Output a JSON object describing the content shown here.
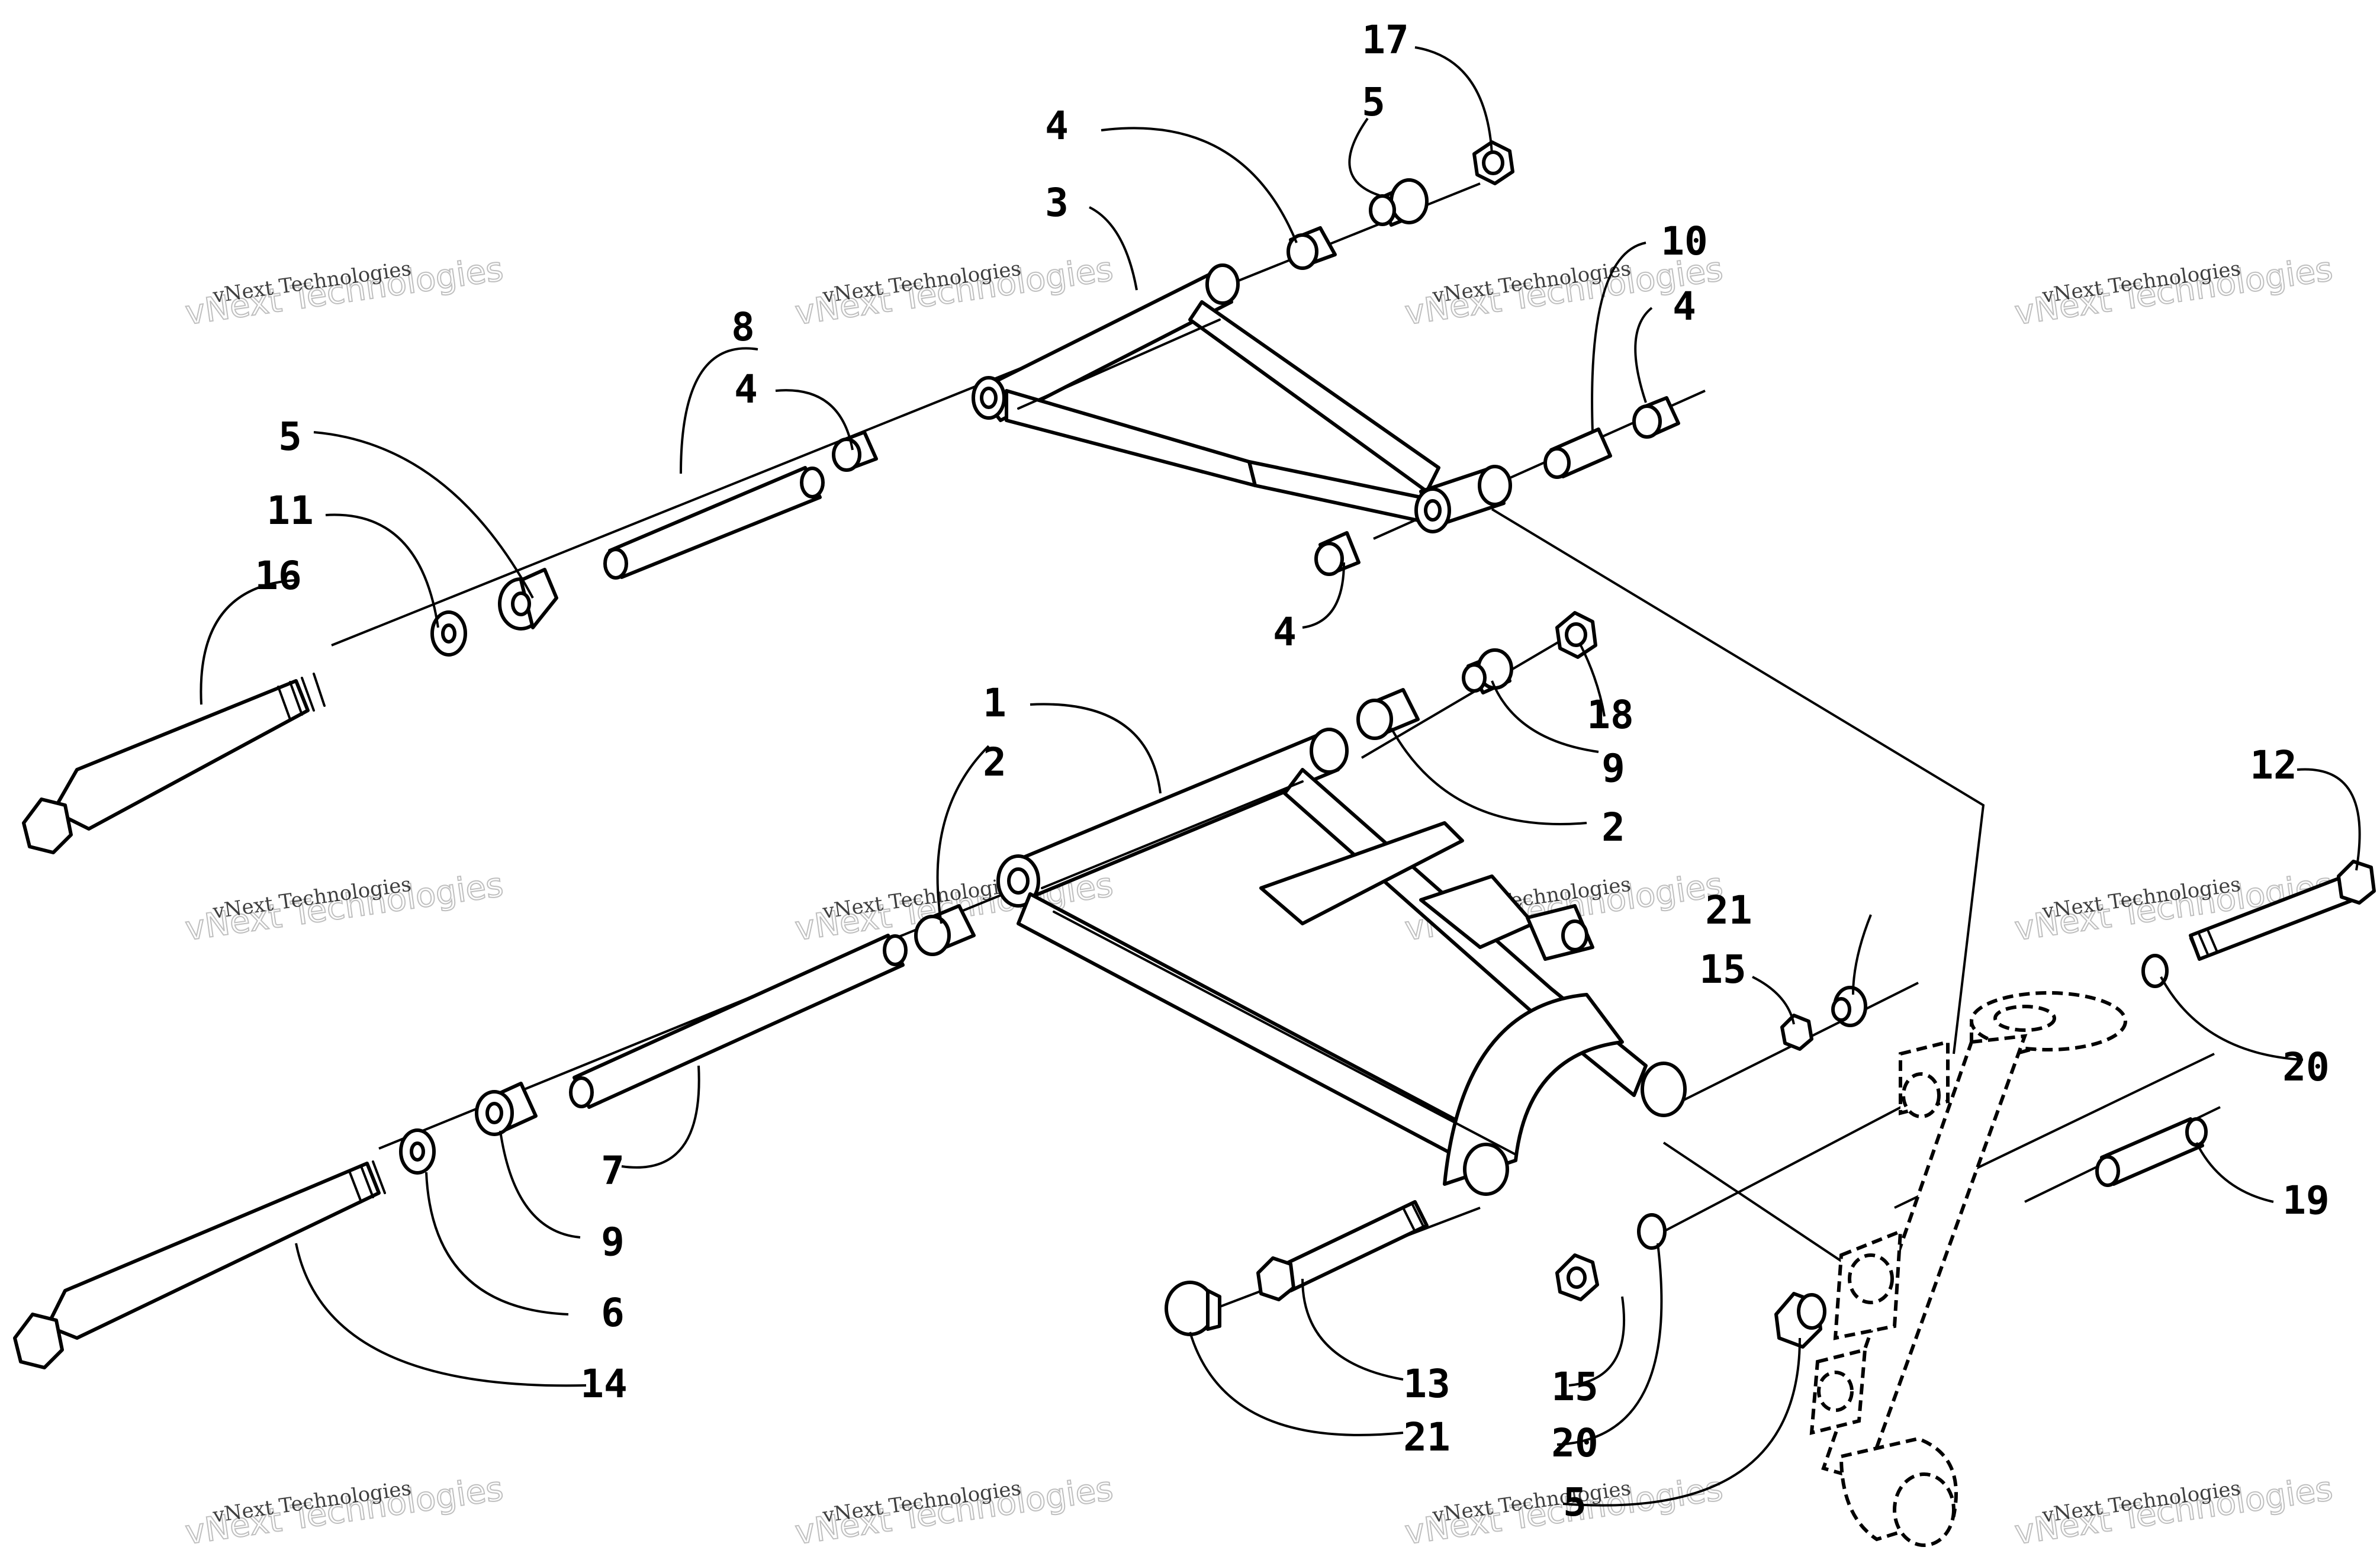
{
  "callouts": {
    "c1": "1",
    "c2a": "2",
    "c2b": "2",
    "c3": "3",
    "c4a": "4",
    "c4b": "4",
    "c4c": "4",
    "c4d": "4",
    "c5a": "5",
    "c5b": "5",
    "c5c": "5",
    "c6": "6",
    "c7": "7",
    "c8": "8",
    "c9a": "9",
    "c9b": "9",
    "c10": "10",
    "c11": "11",
    "c12": "12",
    "c13": "13",
    "c14": "14",
    "c15a": "15",
    "c15b": "15",
    "c16": "16",
    "c17": "17",
    "c18": "18",
    "c19": "19",
    "c20a": "20",
    "c20b": "20",
    "c21a": "21",
    "c21b": "21"
  },
  "watermark": {
    "line1": "vNext Technologies",
    "line2": "vNext Technologies"
  }
}
